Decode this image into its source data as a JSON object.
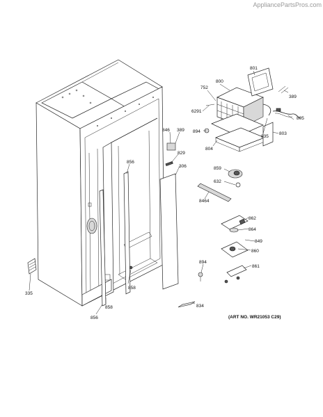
{
  "watermark": "AppliancePartsPros.com",
  "art_number": "(ART NO. WR21053 C29)",
  "callouts": {
    "c801": "801",
    "c800": "800",
    "c752": "752",
    "c389a": "389",
    "c6291": "6291",
    "c805": "805",
    "c894a": "894",
    "c835": "835",
    "c803": "803",
    "c804": "804",
    "c846": "846",
    "c389b": "389",
    "c829": "829",
    "c306": "306",
    "c856a": "856",
    "c859": "859",
    "c632": "632",
    "c8464": "8464",
    "c862": "862",
    "c864": "864",
    "c849": "849",
    "c860": "860",
    "c861": "861",
    "c894b": "894",
    "c335": "335",
    "c858a": "858",
    "c858b": "858",
    "c856b": "856",
    "c834": "834"
  }
}
